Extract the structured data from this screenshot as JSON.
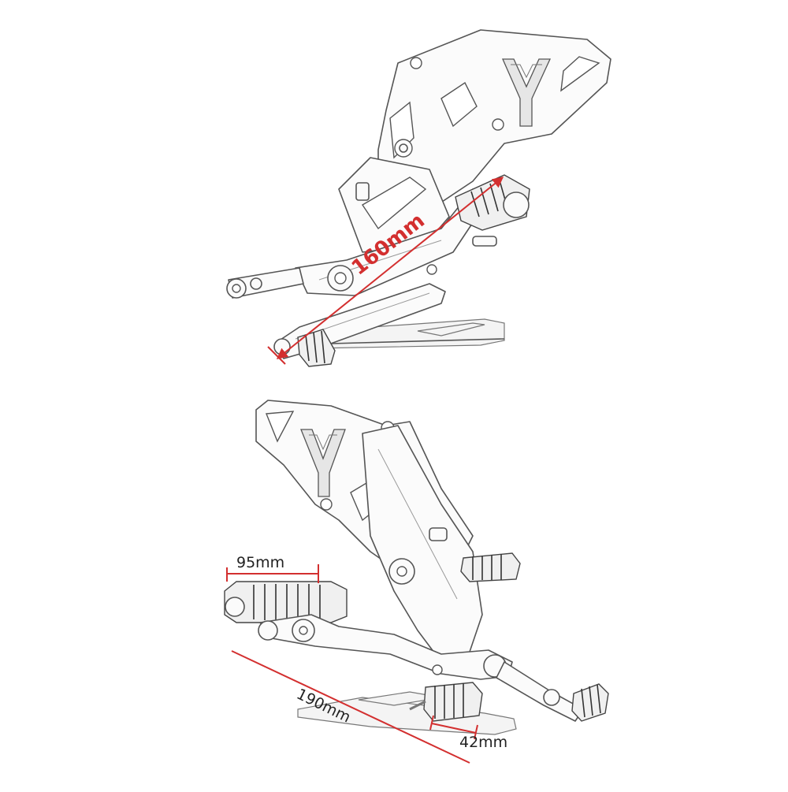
{
  "colors": {
    "dimension": "#d32f2f",
    "outline": "#555555",
    "background": "#ffffff"
  },
  "icons": {
    "logo": "y-logo-icon"
  },
  "views": [
    {
      "name": "side-view",
      "dimensions": [
        {
          "label": "160mm"
        }
      ]
    },
    {
      "name": "front-view",
      "dimensions": [
        {
          "label": "95mm"
        },
        {
          "label": "190mm"
        },
        {
          "label": "42mm"
        }
      ]
    }
  ]
}
